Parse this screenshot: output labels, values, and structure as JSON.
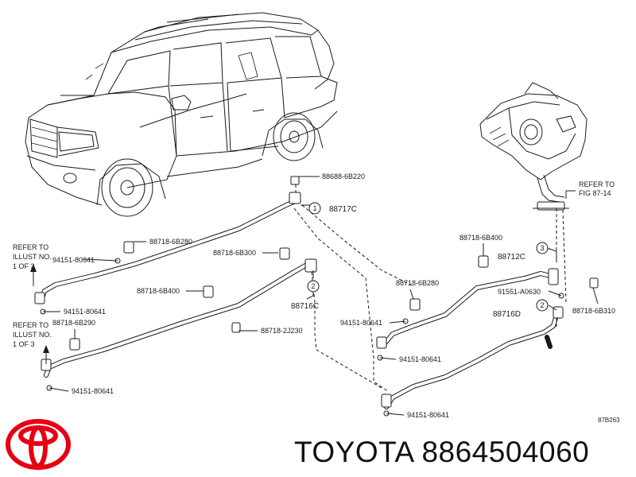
{
  "brand": {
    "name": "TOYOTA",
    "part_number": "8864504060",
    "logo_color": "#e60012"
  },
  "diagram": {
    "figure_code": "87B263",
    "refer_left_top": [
      "REFER TO",
      "ILLUST NO.",
      "1 OF 3"
    ],
    "refer_left_bottom": [
      "REFER TO",
      "ILLUST NO.",
      "1 OF 3"
    ],
    "refer_right": [
      "REFER TO",
      "FIG 87-14"
    ],
    "part_labels": {
      "p88688_6B220": "88688-6B220",
      "p88717C": "88717C",
      "p88718_6B280_left": "88718-6B280",
      "p94151_top_left": "94151-80641",
      "p88718_6B300": "88718-6B300",
      "p88718_6B400_mid": "88718-6B400",
      "p94151_mid_left": "94151-80641",
      "p88718_6B290": "88718-6B290",
      "p88716C": "88716C",
      "p88718_2J230": "88718-2J230",
      "p94151_bottom_left": "94151-80641",
      "p88718_6B400_right": "88718-6B400",
      "p88712C": "88712C",
      "p88718_6B280_right": "88718-6B280",
      "p91551_A0630": "91551-A0630",
      "p88718_6B310": "88718-6B310",
      "p88716D": "88716D",
      "p94151_right_a": "94151-80641",
      "p94151_right_b": "94151-80641",
      "p94151_right_c": "94151-80641"
    },
    "circle_numbers": {
      "c1": "1",
      "c2a": "2",
      "c3": "3",
      "c2b": "2"
    }
  }
}
